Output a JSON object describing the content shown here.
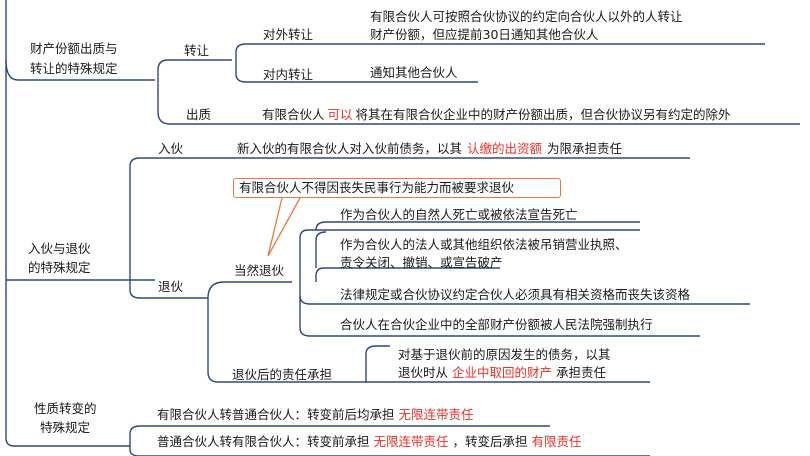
{
  "sections": {
    "transfer": {
      "label_line1": "财产份额出质与",
      "label_line2": "转让的特殊规定",
      "zhuanrang": "转让",
      "external": {
        "label": "对外转让",
        "text_line1": "有限合伙人可按照合伙协议的约定向合伙人以外的人转让",
        "text_line2": "财产份额，但应提前30日通知其他合伙人"
      },
      "internal": {
        "label": "对内转让",
        "text": "通知其他合伙人"
      },
      "pledge": {
        "label": "出质",
        "text_before": "有限合伙人",
        "text_highlight": "可以",
        "text_after": "将其在有限合伙企业中的财产份额出质，但合伙协议另有约定的除外"
      }
    },
    "join_exit": {
      "label_line1": "入伙与退伙",
      "label_line2": "的特殊规定",
      "join": {
        "label": "入伙",
        "text_before": "新入伙的有限合伙人对入伙前债务，以其",
        "text_highlight": "认缴的出资额",
        "text_after": "为限承担责任"
      },
      "exit": {
        "label": "退伙",
        "callout": "有限合伙人不得因丧失民事行为能力而被要求退伙",
        "automatic": {
          "label": "当然退伙",
          "items": [
            "作为合伙人的自然人死亡或被依法宣告死亡",
            "作为合伙人的法人或其他组织依法被吊销营业执照、",
            "责令关闭、撤销、或宣告破产",
            "法律规定或合伙协议约定合伙人必须具有相关资格而丧失该资格",
            "合伙人在合伙企业中的全部财产份额被人民法院强制执行"
          ]
        },
        "liability": {
          "label": "退伙后的责任承担",
          "text_line1": "对基于退伙前的原因发生的债务，以其",
          "text_line2_before": "退伙时从",
          "text_line2_highlight": "企业中取回的财产",
          "text_line2_after": "承担责任"
        }
      }
    },
    "conversion": {
      "label_line1": "性质转变的",
      "label_line2": "特殊规定",
      "lp_to_gp": {
        "text_before": "有限合伙人转普通合伙人：转变前后均承担",
        "text_highlight": "无限连带责任"
      },
      "gp_to_lp": {
        "text_before": "普通合伙人转有限合伙人：转变前承担",
        "text_highlight1": "无限连带责任",
        "text_middle": "，转变后承担",
        "text_highlight2": "有限责任"
      }
    }
  },
  "colors": {
    "connector": "#2e4a7a",
    "highlight": "#e8322a",
    "callout_border": "#e67a3c"
  }
}
